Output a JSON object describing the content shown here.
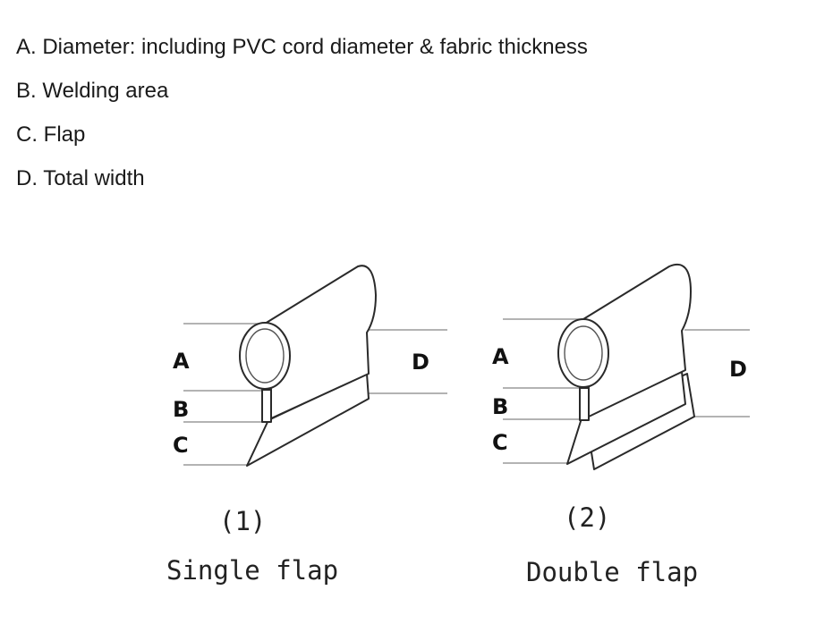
{
  "legend": {
    "items": [
      "A. Diameter: including PVC cord diameter & fabric thickness",
      "B. Welding area",
      "C. Flap",
      "D. Total width"
    ]
  },
  "diagram1": {
    "label_a": "A",
    "label_b": "B",
    "label_c": "C",
    "label_d": "D",
    "number": "(1)",
    "caption": "Single flap"
  },
  "diagram2": {
    "label_a": "A",
    "label_b": "B",
    "label_c": "C",
    "label_d": "D",
    "number": "(2)",
    "caption": "Double flap"
  }
}
